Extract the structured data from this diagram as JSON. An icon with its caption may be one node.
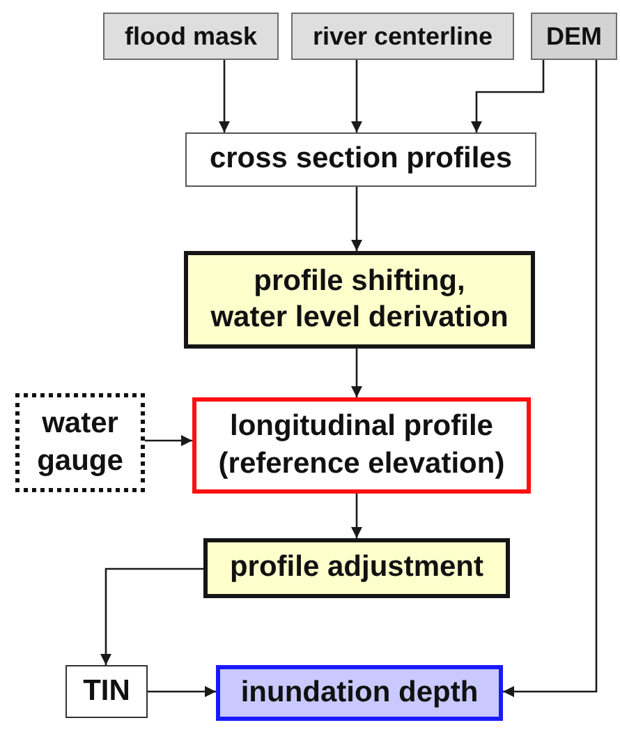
{
  "diagram": {
    "nodes": [
      {
        "text": [
          "flood mask"
        ]
      },
      {
        "text": [
          "river centerline"
        ]
      },
      {
        "text": [
          "DEM"
        ]
      },
      {
        "text": [
          "cross section profiles"
        ]
      },
      {
        "text": [
          "profile shifting, water level derivation"
        ]
      },
      {
        "text": [
          "water gauge"
        ]
      },
      {
        "text": [
          "longitudinal profile (reference elevation)"
        ]
      },
      {
        "text": [
          "profile adjustment"
        ]
      },
      {
        "text": [
          "TIN"
        ]
      },
      {
        "text": [
          "inundation depth"
        ]
      }
    ],
    "edges": [
      {
        "from": 0,
        "to": 3,
        "arrow": "to"
      },
      {
        "from": 1,
        "to": 3,
        "arrow": "to"
      },
      {
        "from": 2,
        "to": 3,
        "arrow": "to"
      },
      {
        "from": 3,
        "to": 4,
        "arrow": "to"
      },
      {
        "from": 4,
        "to": 6,
        "arrow": "to"
      },
      {
        "from": 5,
        "to": 6,
        "arrow": "to"
      },
      {
        "from": 6,
        "to": 7,
        "arrow": "to"
      },
      {
        "from": 7,
        "to": 8,
        "arrow": "to"
      },
      {
        "from": 8,
        "to": 9,
        "arrow": "to"
      },
      {
        "from": 2,
        "to": 9,
        "arrow": "to"
      }
    ]
  }
}
